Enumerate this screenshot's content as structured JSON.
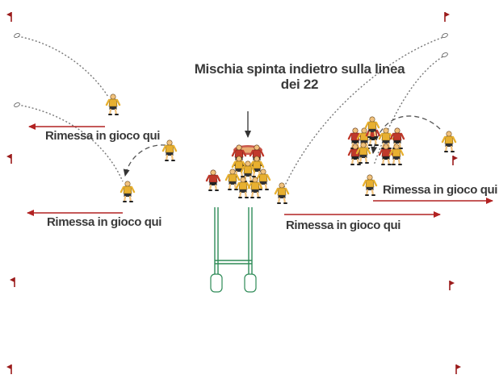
{
  "diagram": {
    "title": "Mischia spinta indietro sulla linea dei 22",
    "labels": [
      "Rimessa in gioco qui",
      "Rimessa in gioco qui",
      "Rimessa in gioco qui",
      "Rimessa in gioco qui"
    ]
  },
  "colors": {
    "flag": "#9b1b1b",
    "arrow": "#b22222",
    "post": "#2e8b57",
    "attacker": "#e8b030",
    "defender": "#c0392b"
  }
}
